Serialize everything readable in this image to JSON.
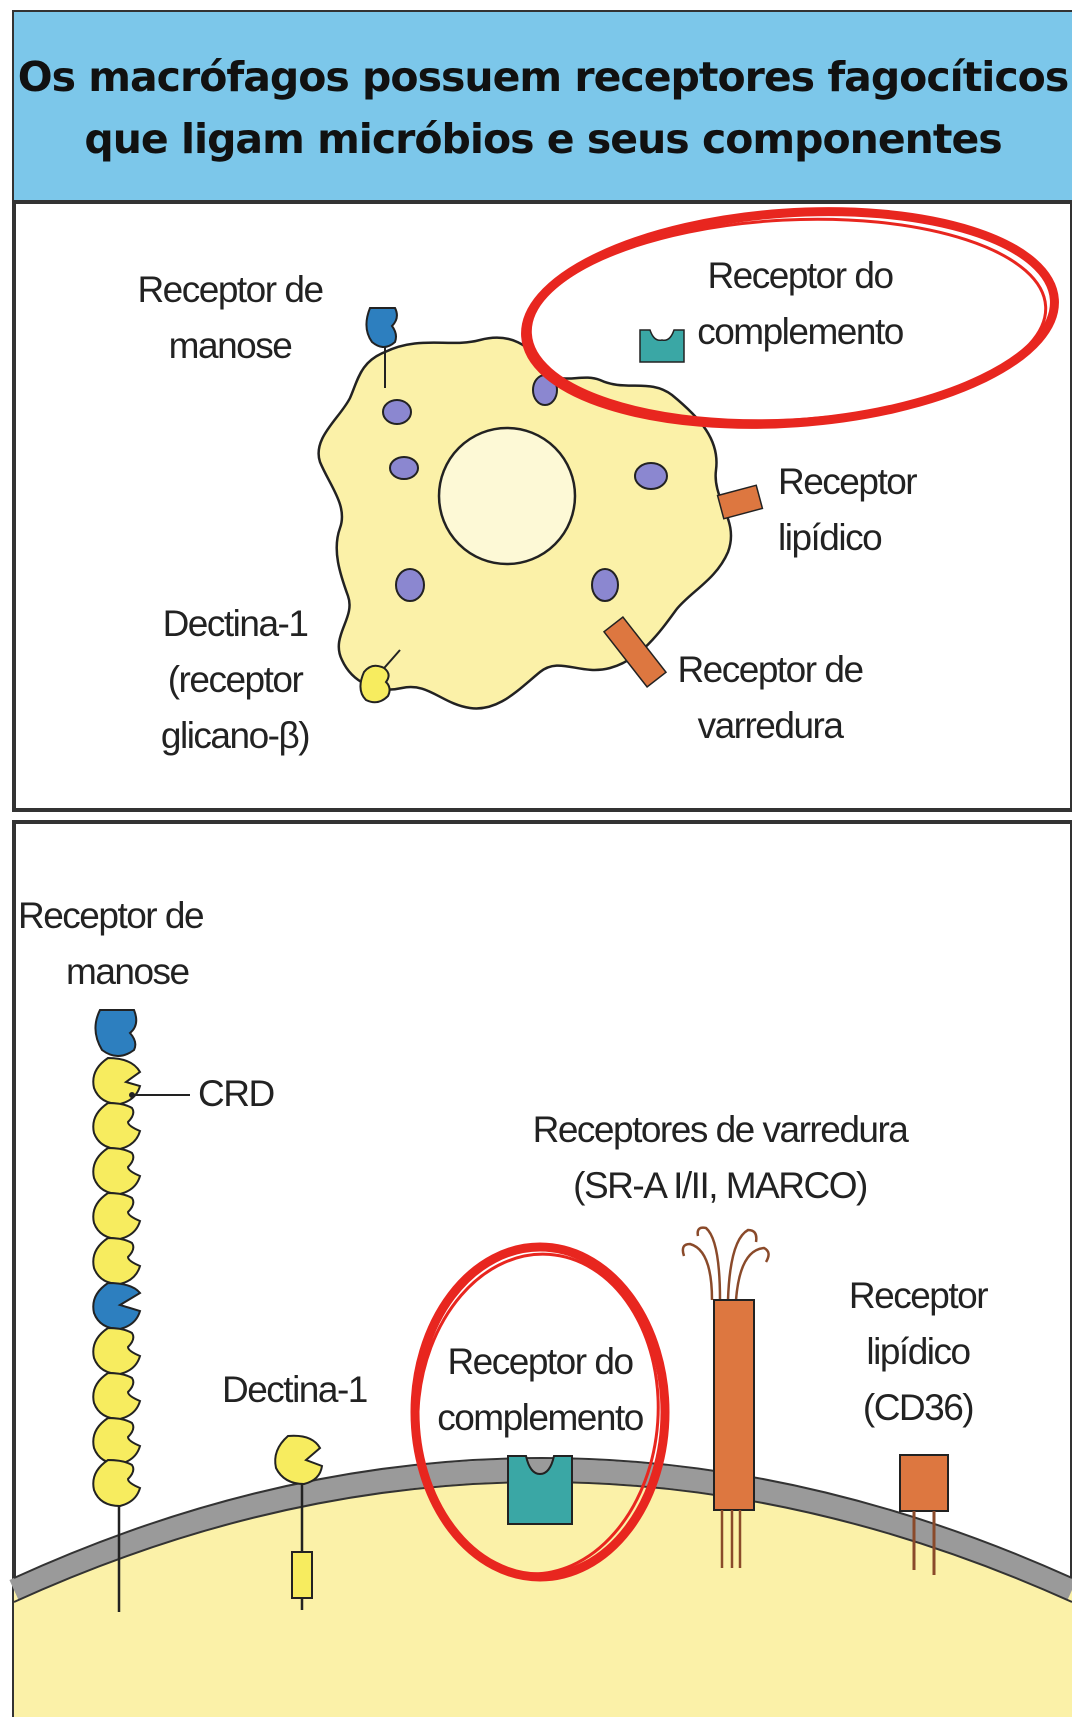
{
  "title": {
    "line1": "Os macrófagos possuem receptores fagocíticos",
    "line2": "que ligam micróbios e seus componentes"
  },
  "colors": {
    "header_bg": "#7cc7ea",
    "cell_fill": "#fbf1a8",
    "nucleus": "#fdf9d6",
    "granule": "#8b87d0",
    "mannose_blue": "#2d7fbf",
    "crd_yellow": "#f7ec5f",
    "complement_teal": "#3aa7a5",
    "scavenger_orange": "#dd7740",
    "membrane_gray": "#9a9a9a",
    "highlight_red": "#e8261f"
  },
  "top_panel": {
    "mannose": [
      "Receptor de",
      "manose"
    ],
    "complement": [
      "Receptor do",
      "complemento"
    ],
    "lipid": [
      "Receptor",
      "lipídico"
    ],
    "dectin": [
      "Dectina-1",
      "(receptor",
      "glicano-β)"
    ],
    "scavenger": [
      "Receptor de",
      "varredura"
    ]
  },
  "bottom_panel": {
    "mannose": [
      "Receptor de",
      "manose"
    ],
    "crd": "CRD",
    "scavengers": [
      "Receptores de varredura",
      "(SR-A I/II, MARCO)"
    ],
    "lipid": [
      "Receptor",
      "lipídico",
      "(CD36)"
    ],
    "dectin": "Dectina-1",
    "complement": [
      "Receptor do",
      "complemento"
    ]
  }
}
